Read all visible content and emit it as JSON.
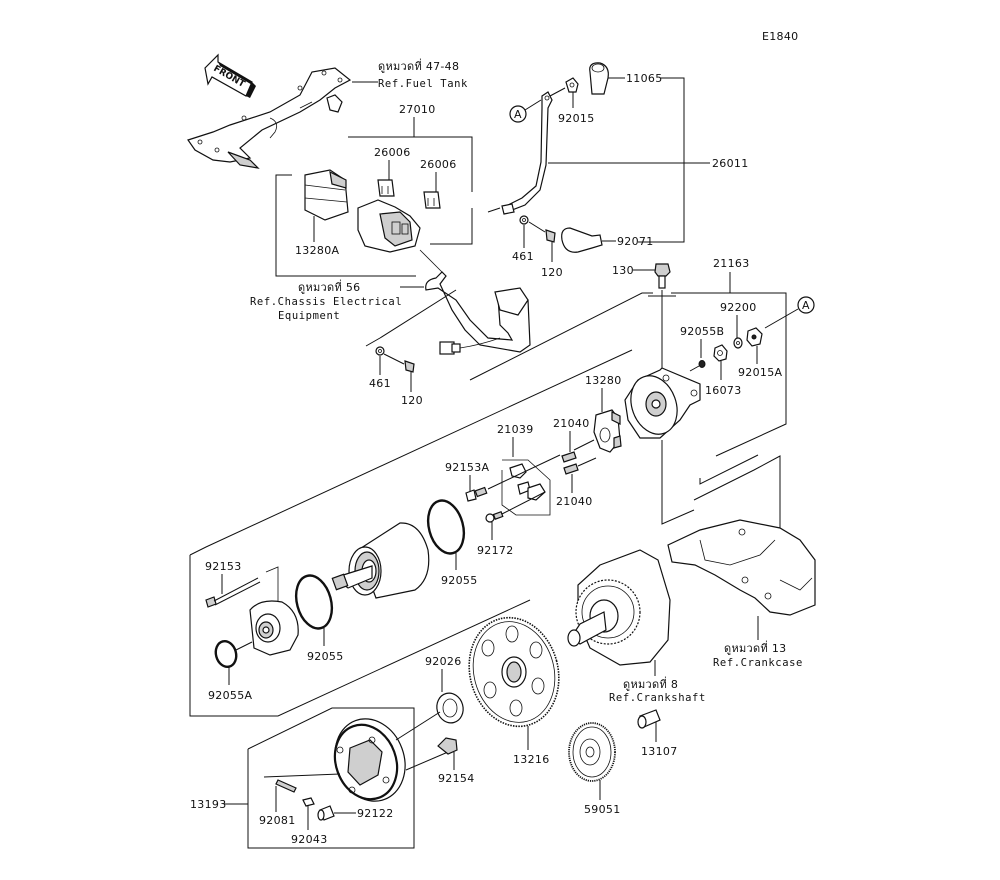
{
  "diagram": {
    "code": "E1840",
    "front_label": "FRONT",
    "refs": {
      "fuel_tank": {
        "thai": "ดูหมวดที่ 47-48",
        "text": "Ref.Fuel Tank"
      },
      "chassis": {
        "thai": "ดูหมวดที่ 56",
        "line1": "Ref.Chassis Electrical",
        "line2": "Equipment"
      },
      "crankcase": {
        "thai": "ดูหมวดที่ 13",
        "text": "Ref.Crankcase"
      },
      "crankshaft": {
        "thai": "ดูหมวดที่ 8",
        "text": "Ref.Crankshaft"
      }
    },
    "callout_marker": "A",
    "parts": {
      "p27010": "27010",
      "p26006a": "26006",
      "p26006b": "26006",
      "p13280A": "13280A",
      "p11065": "11065",
      "p92015": "92015",
      "p26011": "26011",
      "p461a": "461",
      "p120a": "120",
      "p92071": "92071",
      "p461b": "461",
      "p120b": "120",
      "p130": "130",
      "p21163": "21163",
      "p92200": "92200",
      "p92055B": "92055B",
      "p92015A": "92015A",
      "p16073": "16073",
      "p13280": "13280",
      "p21040a": "21040",
      "p21040b": "21040",
      "p21039": "21039",
      "p92153A": "92153A",
      "p92172": "92172",
      "p92153": "92153",
      "p92055a": "92055",
      "p92055b": "92055",
      "p92055A": "92055A",
      "p92026": "92026",
      "p13216": "13216",
      "p13107": "13107",
      "p59051": "59051",
      "p92154": "92154",
      "p13193": "13193",
      "p92081": "92081",
      "p92043": "92043",
      "p92122": "92122"
    }
  }
}
